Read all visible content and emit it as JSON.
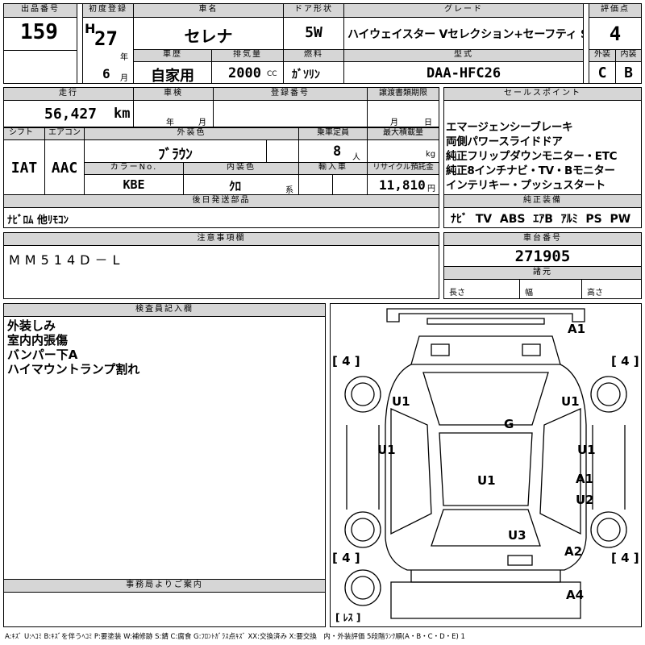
{
  "top": {
    "lot_no_label": "出品番号",
    "lot_no": "159",
    "first_reg_label": "初度登録",
    "era": "H",
    "year": "27",
    "year_unit": "年",
    "month": "6",
    "month_unit": "月",
    "car_name_label": "車名",
    "car_name": "セレナ",
    "door_label": "ドア形状",
    "door": "5W",
    "grade_label": "グレード",
    "grade": "ハイウェイスター Vセレクション+セーフティ SHV",
    "score_label": "評価点",
    "score": "4",
    "history_label": "車歴",
    "history": "自家用",
    "displacement_label": "排気量",
    "displacement": "2000",
    "displacement_unit": "CC",
    "fuel_label": "燃料",
    "fuel": "ｶﾞｿﾘﾝ",
    "model_label": "型式",
    "model": "DAA-HFC26",
    "ext_label": "外装",
    "ext": "C",
    "int_label": "内装",
    "int": "B"
  },
  "mid": {
    "mileage_label": "走行",
    "mileage": "56,427",
    "mileage_unit": "km",
    "inspection_label": "車検",
    "inspection_year_unit": "年",
    "inspection_month_unit": "月",
    "reg_no_label": "登録番号",
    "transfer_label": "譲渡書類期限",
    "transfer_month_unit": "月",
    "transfer_day_unit": "日",
    "shift_label": "シフト",
    "shift": "IAT",
    "ac_label": "エアコン",
    "ac": "AAC",
    "color_label": "外装色",
    "color": "ﾌﾞﾗｳﾝ",
    "capacity_label": "乗車定員",
    "capacity": "8",
    "capacity_unit": "人",
    "load_label": "最大積載量",
    "load_unit": "kg",
    "color_no_label": "カラーNo.",
    "color_no": "KBE",
    "interior_color_label": "内装色",
    "interior_color": "ｸﾛ",
    "interior_color_unit": "系",
    "import_label": "輸入車",
    "recycle_label": "リサイクル預託金",
    "recycle": "11,810",
    "recycle_unit": "円",
    "later_parts_label": "後日発送部品",
    "later_parts": "ﾅﾋﾞﾛﾑ 他ﾘﾓｺﾝ"
  },
  "sales": {
    "label": "セールスポイント",
    "items": [
      "エマージェンシーブレーキ",
      "両側パワースライドドア",
      "純正フリップダウンモニター・ETC",
      "純正8インチナビ・TV・Bモニター",
      "インテリキー・プッシュスタート"
    ],
    "equip_label": "純正装備",
    "equip": "ﾅﾋﾞ  TV  ABS  ｴｱB  ｱﾙﾐ  PS  PW"
  },
  "notes": {
    "label": "注意事項欄",
    "value": "MM514D－L"
  },
  "chassis": {
    "label": "車台番号",
    "value": "271905",
    "spec_label": "諸元",
    "length_label": "長さ",
    "width_label": "幅",
    "height_label": "高さ"
  },
  "inspector": {
    "label": "検査員記入欄",
    "lines": [
      "外装しみ",
      "室内内張傷",
      "バンパー下A",
      "ハイマウントランプ割れ"
    ]
  },
  "office": {
    "label": "事務局よりご案内"
  },
  "diagram": {
    "a1_top": "A1",
    "u1_left_front": "U1",
    "u1_right_front": "U1",
    "g": "G",
    "u1_left_mid": "U1",
    "u1_right_mid": "U1",
    "u1_center": "U1",
    "a1_right": "A1",
    "u2_right": "U2",
    "u3": "U3",
    "a2": "A2",
    "a4": "A4",
    "tire_fl": "[ 4 ]",
    "tire_fr": "[ 4 ]",
    "tire_rl": "[ 4 ]",
    "tire_rr": "[ 4 ]",
    "spare": "[ ﾚｽ ]"
  },
  "legend": "A:ｷｽﾞ U:ﾍｺﾐ B:ｷｽﾞを伴うﾍｺﾐ P:要塗装 W:補修跡 S:錆 C:腐食 G:ﾌﾛﾝﾄｶﾞﾗｽ点ｷｽﾞ XX:交換済み X:要交換　内・外装評価 5段階ﾗﾝｸ順(A・B・C・D・E) 1"
}
